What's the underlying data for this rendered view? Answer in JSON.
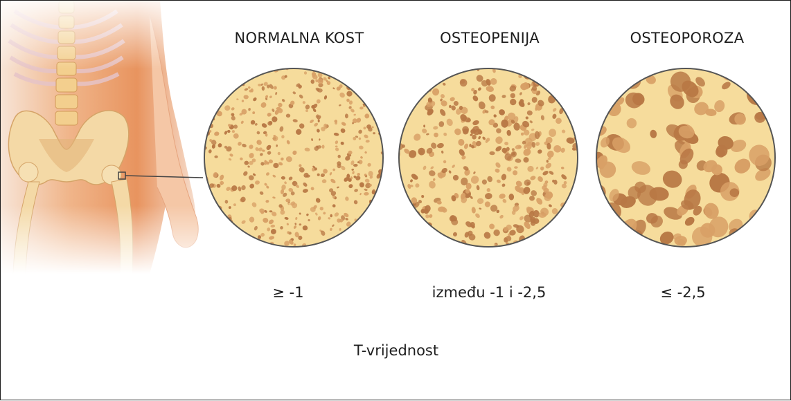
{
  "categories": [
    {
      "title": "NORMALNA KOST",
      "t_value": "≥ -1",
      "density": "normal"
    },
    {
      "title": "OSTEOPENIJA",
      "t_value": "između -1 i -2,5",
      "density": "osteopenia"
    },
    {
      "title": "OSTEOPOROZA",
      "t_value": "≤ -2,5",
      "density": "osteoporosis"
    }
  ],
  "axis_label": "T-vrijednost",
  "colors": {
    "bone_fill": "#f6dc9c",
    "pore_fill": "#d8a066",
    "pore_dark": "#b87845",
    "circle_stroke": "#555555",
    "skin": "#f2b98f",
    "skeleton": "#f4d9a6"
  },
  "icons": [
    "human-pelvis-illustration",
    "hip-callout-box"
  ]
}
